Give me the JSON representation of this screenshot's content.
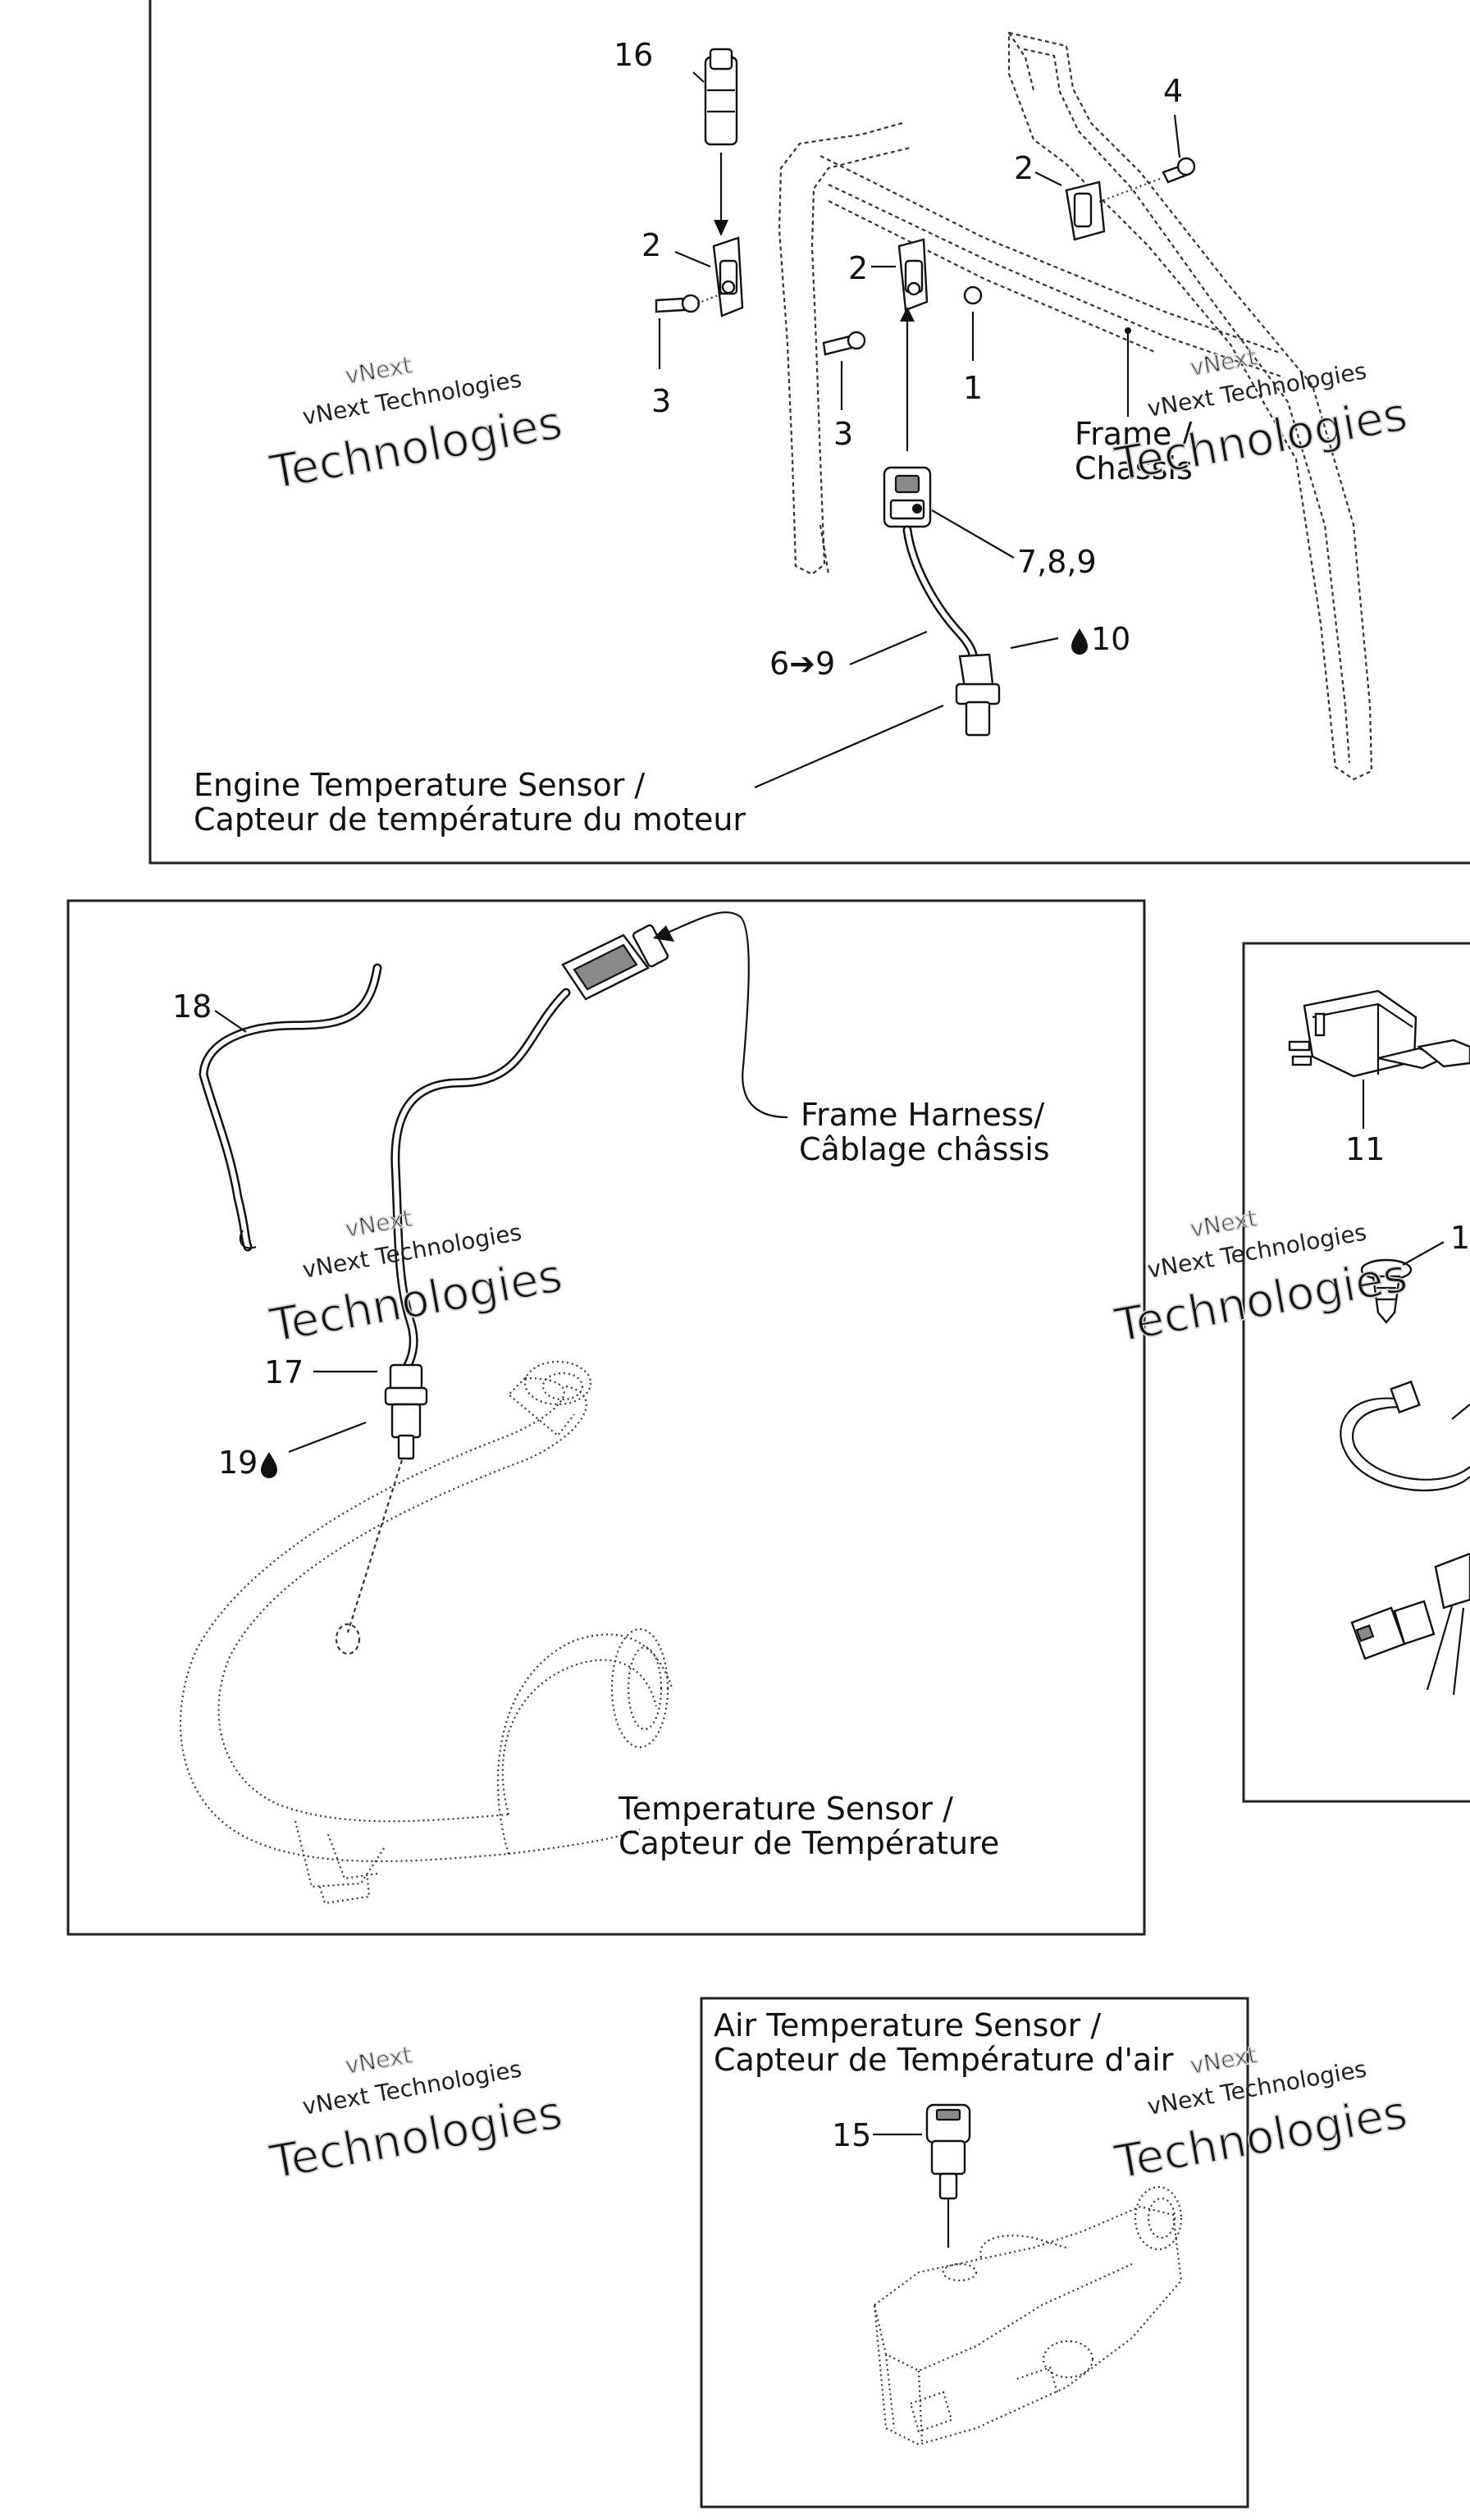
{
  "watermark": {
    "line1": "vNext",
    "line2": "vNext Technologies",
    "line3": "Technologies"
  },
  "top_panel": {
    "caption_en": "Engine Temperature Sensor /",
    "caption_fr": "Capteur de température du moteur",
    "frame_en": "Frame /",
    "frame_fr": "Chassis",
    "callouts": {
      "c16": "16",
      "c4": "4",
      "c2a": "2",
      "c2b": "2",
      "c2c": "2",
      "c3a": "3",
      "c3b": "3",
      "c1": "1",
      "c789": "7,8,9",
      "c69": "6➔9",
      "c10": "10"
    }
  },
  "middle_panel": {
    "caption_en": "Temperature Sensor /",
    "caption_fr": "Capteur de Température",
    "harness_en": "Frame Harness/",
    "harness_fr": "Câblage châssis",
    "callouts": {
      "c18": "18",
      "c17": "17",
      "c19": "19"
    }
  },
  "right_panel": {
    "callouts": {
      "c11": "11",
      "c1x": "1"
    }
  },
  "bottom_panel": {
    "caption_en": "Air Temperature Sensor /",
    "caption_fr": "Capteur de Température d'air",
    "callouts": {
      "c15": "15"
    }
  },
  "colors": {
    "line": "#111111",
    "watermark": "#cfcfcf",
    "background": "#ffffff"
  },
  "icons": {
    "drop": "liquid-drop-icon",
    "arrow": "right-arrow-icon"
  }
}
